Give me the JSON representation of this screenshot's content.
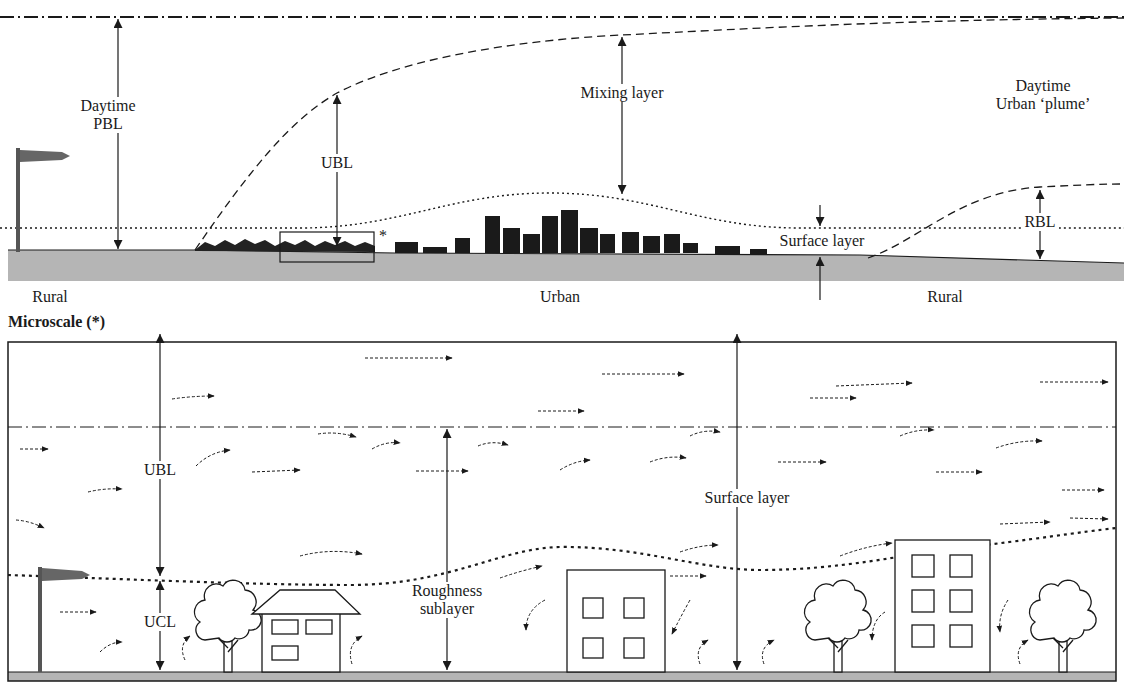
{
  "diagram": {
    "labels": [
      "Daytime PBL",
      "UBL",
      "Mixing layer",
      "Daytime Urban ‘plume’",
      "RBL",
      "*",
      "Surface layer",
      "Rural",
      "Urban",
      "Rural",
      "Microscale (*)",
      "UBL",
      "Roughness sublayer",
      "Surface layer",
      "UCL"
    ]
  }
}
